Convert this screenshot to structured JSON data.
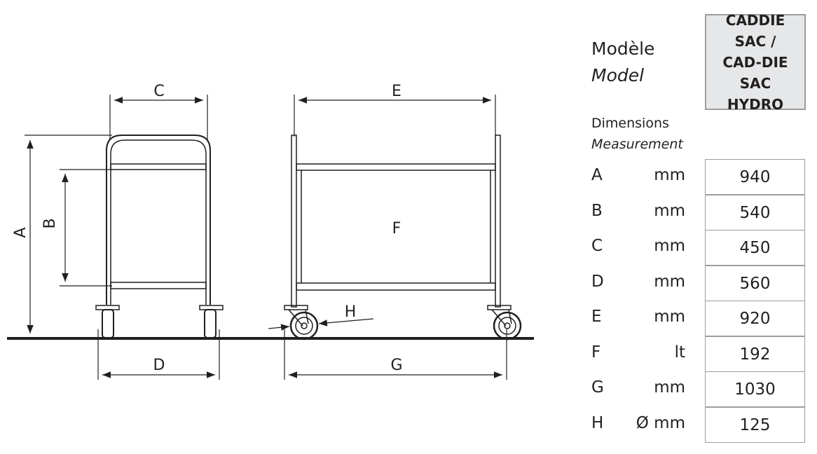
{
  "diagram": {
    "labels": {
      "A": "A",
      "B": "B",
      "C": "C",
      "D": "D",
      "E": "E",
      "F": "F",
      "G": "G",
      "H": "H"
    }
  },
  "spec": {
    "model_label_fr": "Modèle",
    "model_label_en": "Model",
    "model_name": "CADDIE SAC / CAD-DIE SAC HYDRO",
    "dimensions_fr": "Dimensions",
    "dimensions_en": "Measurement",
    "rows": [
      {
        "key": "A",
        "unit": "mm",
        "value": "940"
      },
      {
        "key": "B",
        "unit": "mm",
        "value": "540"
      },
      {
        "key": "C",
        "unit": "mm",
        "value": "450"
      },
      {
        "key": "D",
        "unit": "mm",
        "value": "560"
      },
      {
        "key": "E",
        "unit": "mm",
        "value": "920"
      },
      {
        "key": "F",
        "unit": "lt",
        "value": "192"
      },
      {
        "key": "G",
        "unit": "mm",
        "value": "1030"
      },
      {
        "key": "H",
        "unit": "Ø mm",
        "value": "125"
      }
    ]
  }
}
